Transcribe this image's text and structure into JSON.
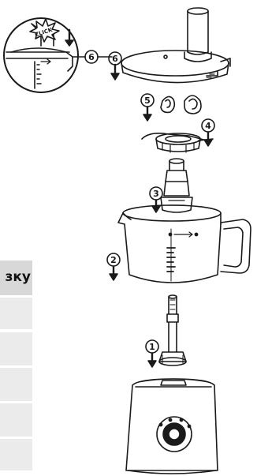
{
  "table_fragment": {
    "header_text": "зку",
    "row_count": 5
  },
  "callouts": {
    "step1": "1",
    "step2": "2",
    "step3": "3",
    "step4": "4",
    "step5": "5",
    "step6": "6",
    "step6_detail": "6",
    "click_text": "CLICK"
  },
  "colors": {
    "line": "#1a1a1a",
    "table_header": "#d8d8d8",
    "table_cell": "#ebebeb"
  }
}
